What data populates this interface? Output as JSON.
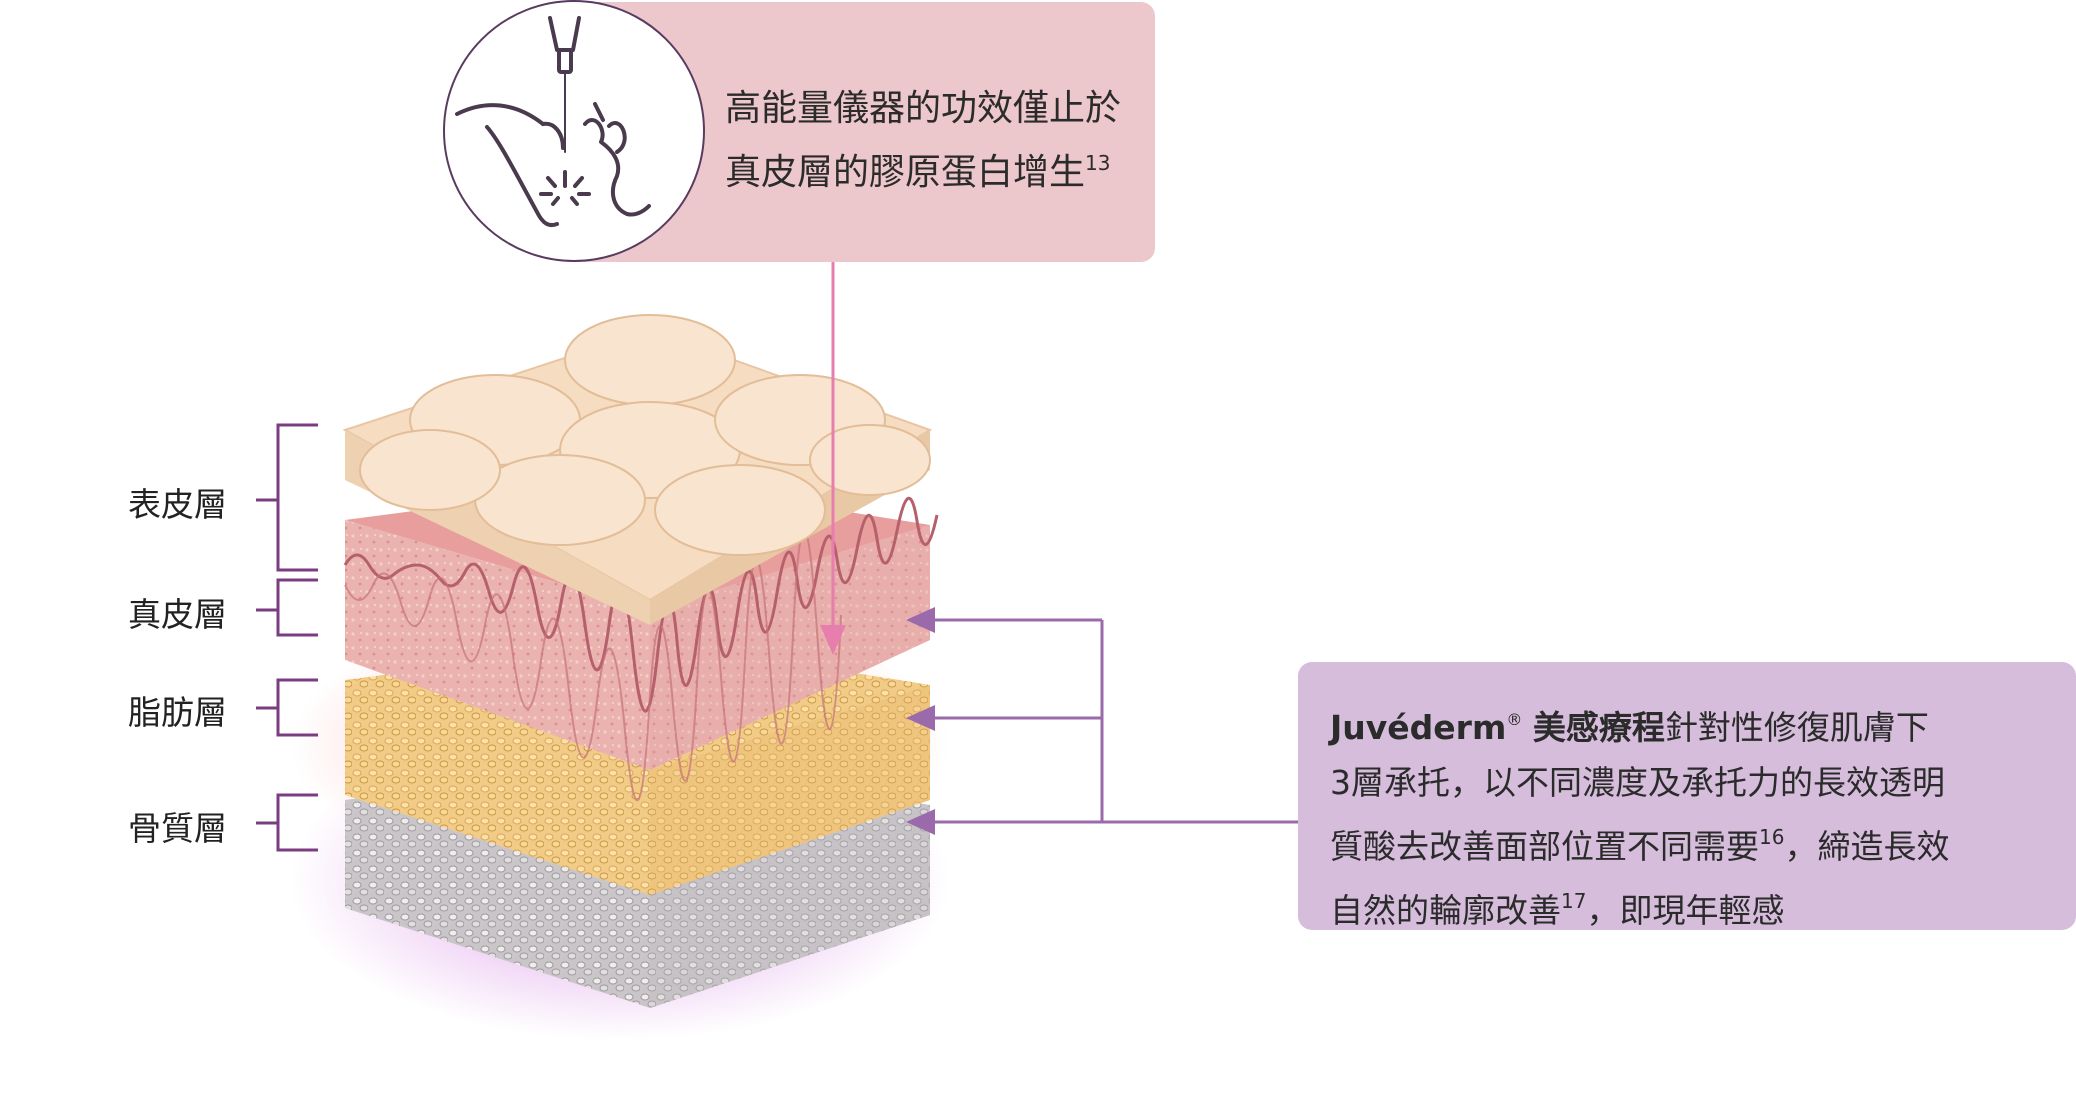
{
  "top_callout": {
    "line1": "高能量儀器的功效僅止於",
    "line2": "真皮層的膠原蛋白增生",
    "ref": "13"
  },
  "layer_labels": {
    "epidermis": "表皮層",
    "dermis": "真皮層",
    "fat": "脂肪層",
    "bone": "骨質層"
  },
  "right_callout": {
    "brand": "Juvéderm",
    "reg_mark": "®",
    "brand_cn": "美感療程",
    "line1_rest": "針對性修復肌膚下",
    "line2": "3層承托，以不同濃度及承托力的長效透明",
    "line3_a": "質酸去改善面部位置不同需要",
    "line3_ref": "16",
    "line3_b": "，締造長效",
    "line4_a": "自然的輪廓改善",
    "line4_ref": "17",
    "line4_b": "，即現年輕感"
  },
  "colors": {
    "pink_callout": "#ecc7cb",
    "purple_callout": "#d5bddb",
    "bracket_purple": "#7b3d82",
    "arrow_pink": "#e77fae",
    "arrow_purple": "#9a6aab"
  },
  "icons": {
    "device": "needle-face-icon"
  }
}
